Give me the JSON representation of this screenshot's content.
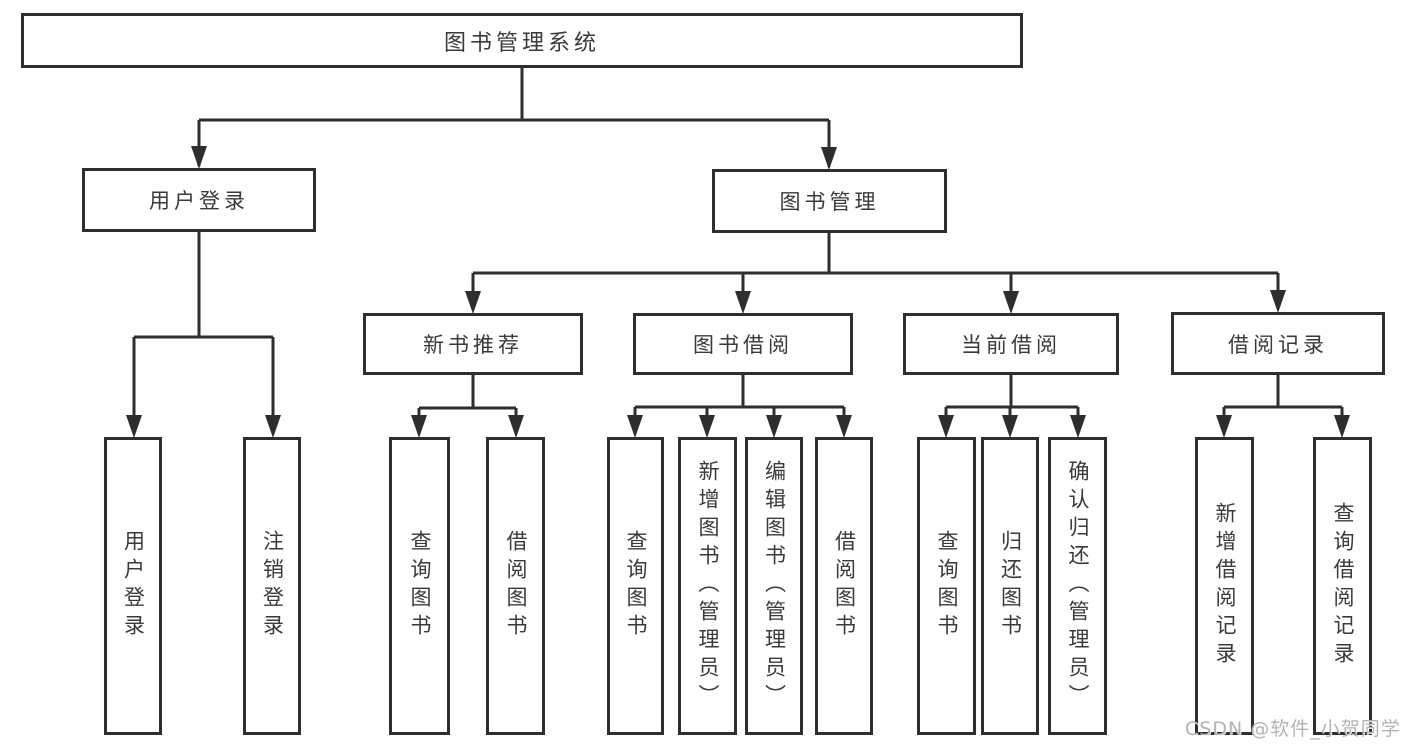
{
  "colors": {
    "line": "#2e2e2e",
    "box_border": "#2e2e2e",
    "text": "#3a3a3a",
    "watermark": "#b3b3b3",
    "background": "#ffffff"
  },
  "diagram": {
    "type": "hierarchy",
    "root": {
      "label": "图书管理系统"
    },
    "level2": [
      {
        "label": "用户登录",
        "parent": "图书管理系统"
      },
      {
        "label": "图书管理",
        "parent": "图书管理系统"
      }
    ],
    "level3": [
      {
        "label": "新书推荐",
        "parent": "图书管理"
      },
      {
        "label": "图书借阅",
        "parent": "图书管理"
      },
      {
        "label": "当前借阅",
        "parent": "图书管理"
      },
      {
        "label": "借阅记录",
        "parent": "图书管理"
      }
    ],
    "leaves": [
      {
        "label": "用户登录",
        "parent": "用户登录"
      },
      {
        "label": "注销登录",
        "parent": "用户登录"
      },
      {
        "label": "查询图书",
        "parent": "新书推荐"
      },
      {
        "label": "借阅图书",
        "parent": "新书推荐"
      },
      {
        "label": "查询图书",
        "parent": "图书借阅"
      },
      {
        "label": "新增图书（管理员）",
        "parent": "图书借阅"
      },
      {
        "label": "编辑图书（管理员）",
        "parent": "图书借阅"
      },
      {
        "label": "借阅图书",
        "parent": "图书借阅"
      },
      {
        "label": "查询图书",
        "parent": "当前借阅"
      },
      {
        "label": "归还图书",
        "parent": "当前借阅"
      },
      {
        "label": "确认归还（管理员）",
        "parent": "当前借阅"
      },
      {
        "label": "新增借阅记录",
        "parent": "借阅记录"
      },
      {
        "label": "查询借阅记录",
        "parent": "借阅记录"
      }
    ]
  },
  "watermark": {
    "text": "CSDN @软件_小贺同学"
  }
}
